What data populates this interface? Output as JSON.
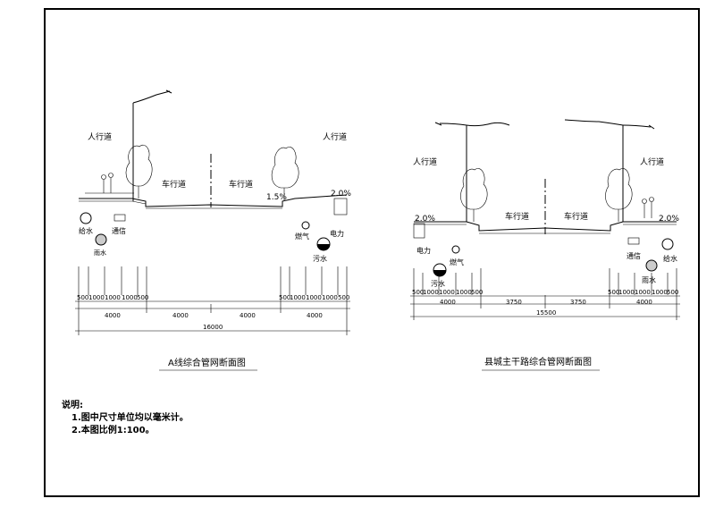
{
  "left": {
    "sidewalk_l": "人行道",
    "sidewalk_r": "人行道",
    "carriage_l": "车行道",
    "carriage_r": "车行道",
    "slope_mid": "1.5%",
    "slope_r": "2.0%",
    "water_supply": "给水",
    "telecom": "通信",
    "rain": "雨水",
    "gas": "燃气",
    "power": "电力",
    "sewage": "污水",
    "dims_left": [
      "500",
      "1000",
      "1000",
      "1000",
      "500"
    ],
    "dims_right": [
      "500",
      "1000",
      "1000",
      "1000",
      "500"
    ],
    "seg_dims": [
      "4000",
      "4000",
      "4000",
      "4000"
    ],
    "total": "16000",
    "title": "A线综合管网断面图"
  },
  "right": {
    "sidewalk_l": "人行道",
    "sidewalk_r": "人行道",
    "carriage_l": "车行道",
    "carriage_r": "车行道",
    "slope_l": "2.0%",
    "slope_r": "2.0%",
    "power": "电力",
    "gas": "燃气",
    "sewage": "污水",
    "telecom": "通信",
    "water_supply": "给水",
    "rain": "雨水",
    "dims_left": [
      "500",
      "1000",
      "1000",
      "1000",
      "500"
    ],
    "dims_right": [
      "500",
      "1000",
      "1000",
      "1000",
      "500"
    ],
    "seg_dims": [
      "4000",
      "3750",
      "3750",
      "4000"
    ],
    "total": "15500",
    "title": "县城主干路综合管网断面图"
  },
  "notes": {
    "heading": "说明:",
    "line1": "1.图中尺寸单位均以毫米计。",
    "line2": "2.本图比例1:100。"
  }
}
